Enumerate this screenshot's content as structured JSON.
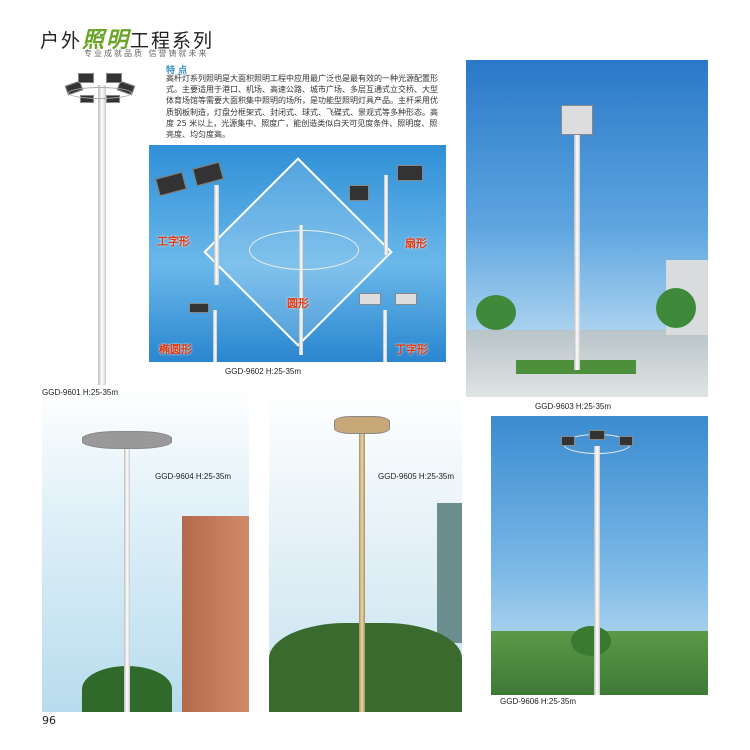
{
  "header": {
    "title_pre": "户外",
    "title_highlight": "照明",
    "title_post": "工程系列",
    "subtitle": "专业成就品质 信誉铸就未来"
  },
  "features": {
    "heading": "特 点",
    "text": "高杆灯系列照明是大面积照明工程中应用最广泛也是最有效的一种光源配置形式。主要适用于港口、机场、高速公路、城市广场、多层互通式立交桥、大型体育场馆等需要大面积集中照明的场所，是功能型照明灯具产品。主杆采用优质钢板制造，灯盘分框架式、封闭式、球式、飞碟式、景观式等多种形态。高度 25 米以上，光源集中、照度广，能创造类似白天可见度条件、照明度、照亮度、均匀度高。"
  },
  "collage": {
    "labels": [
      "工字形",
      "扇形",
      "圆形",
      "椭圆形",
      "丁字形"
    ],
    "caption": "GGD-9602  H:25-35m"
  },
  "captions": {
    "p9601": "GGD-9601  H:25-35m",
    "p9603": "GGD-9603  H:25-35m",
    "p9604": "GGD-9604  H:25-35m",
    "p9605": "GGD-9605  H:25-35m",
    "p9606": "GGD-9606  H:25-35m"
  },
  "page_number": "96",
  "colors": {
    "accent_green": "#6aa52a",
    "sky_blue": "#3a8fd0",
    "label_red": "#e03a10"
  }
}
